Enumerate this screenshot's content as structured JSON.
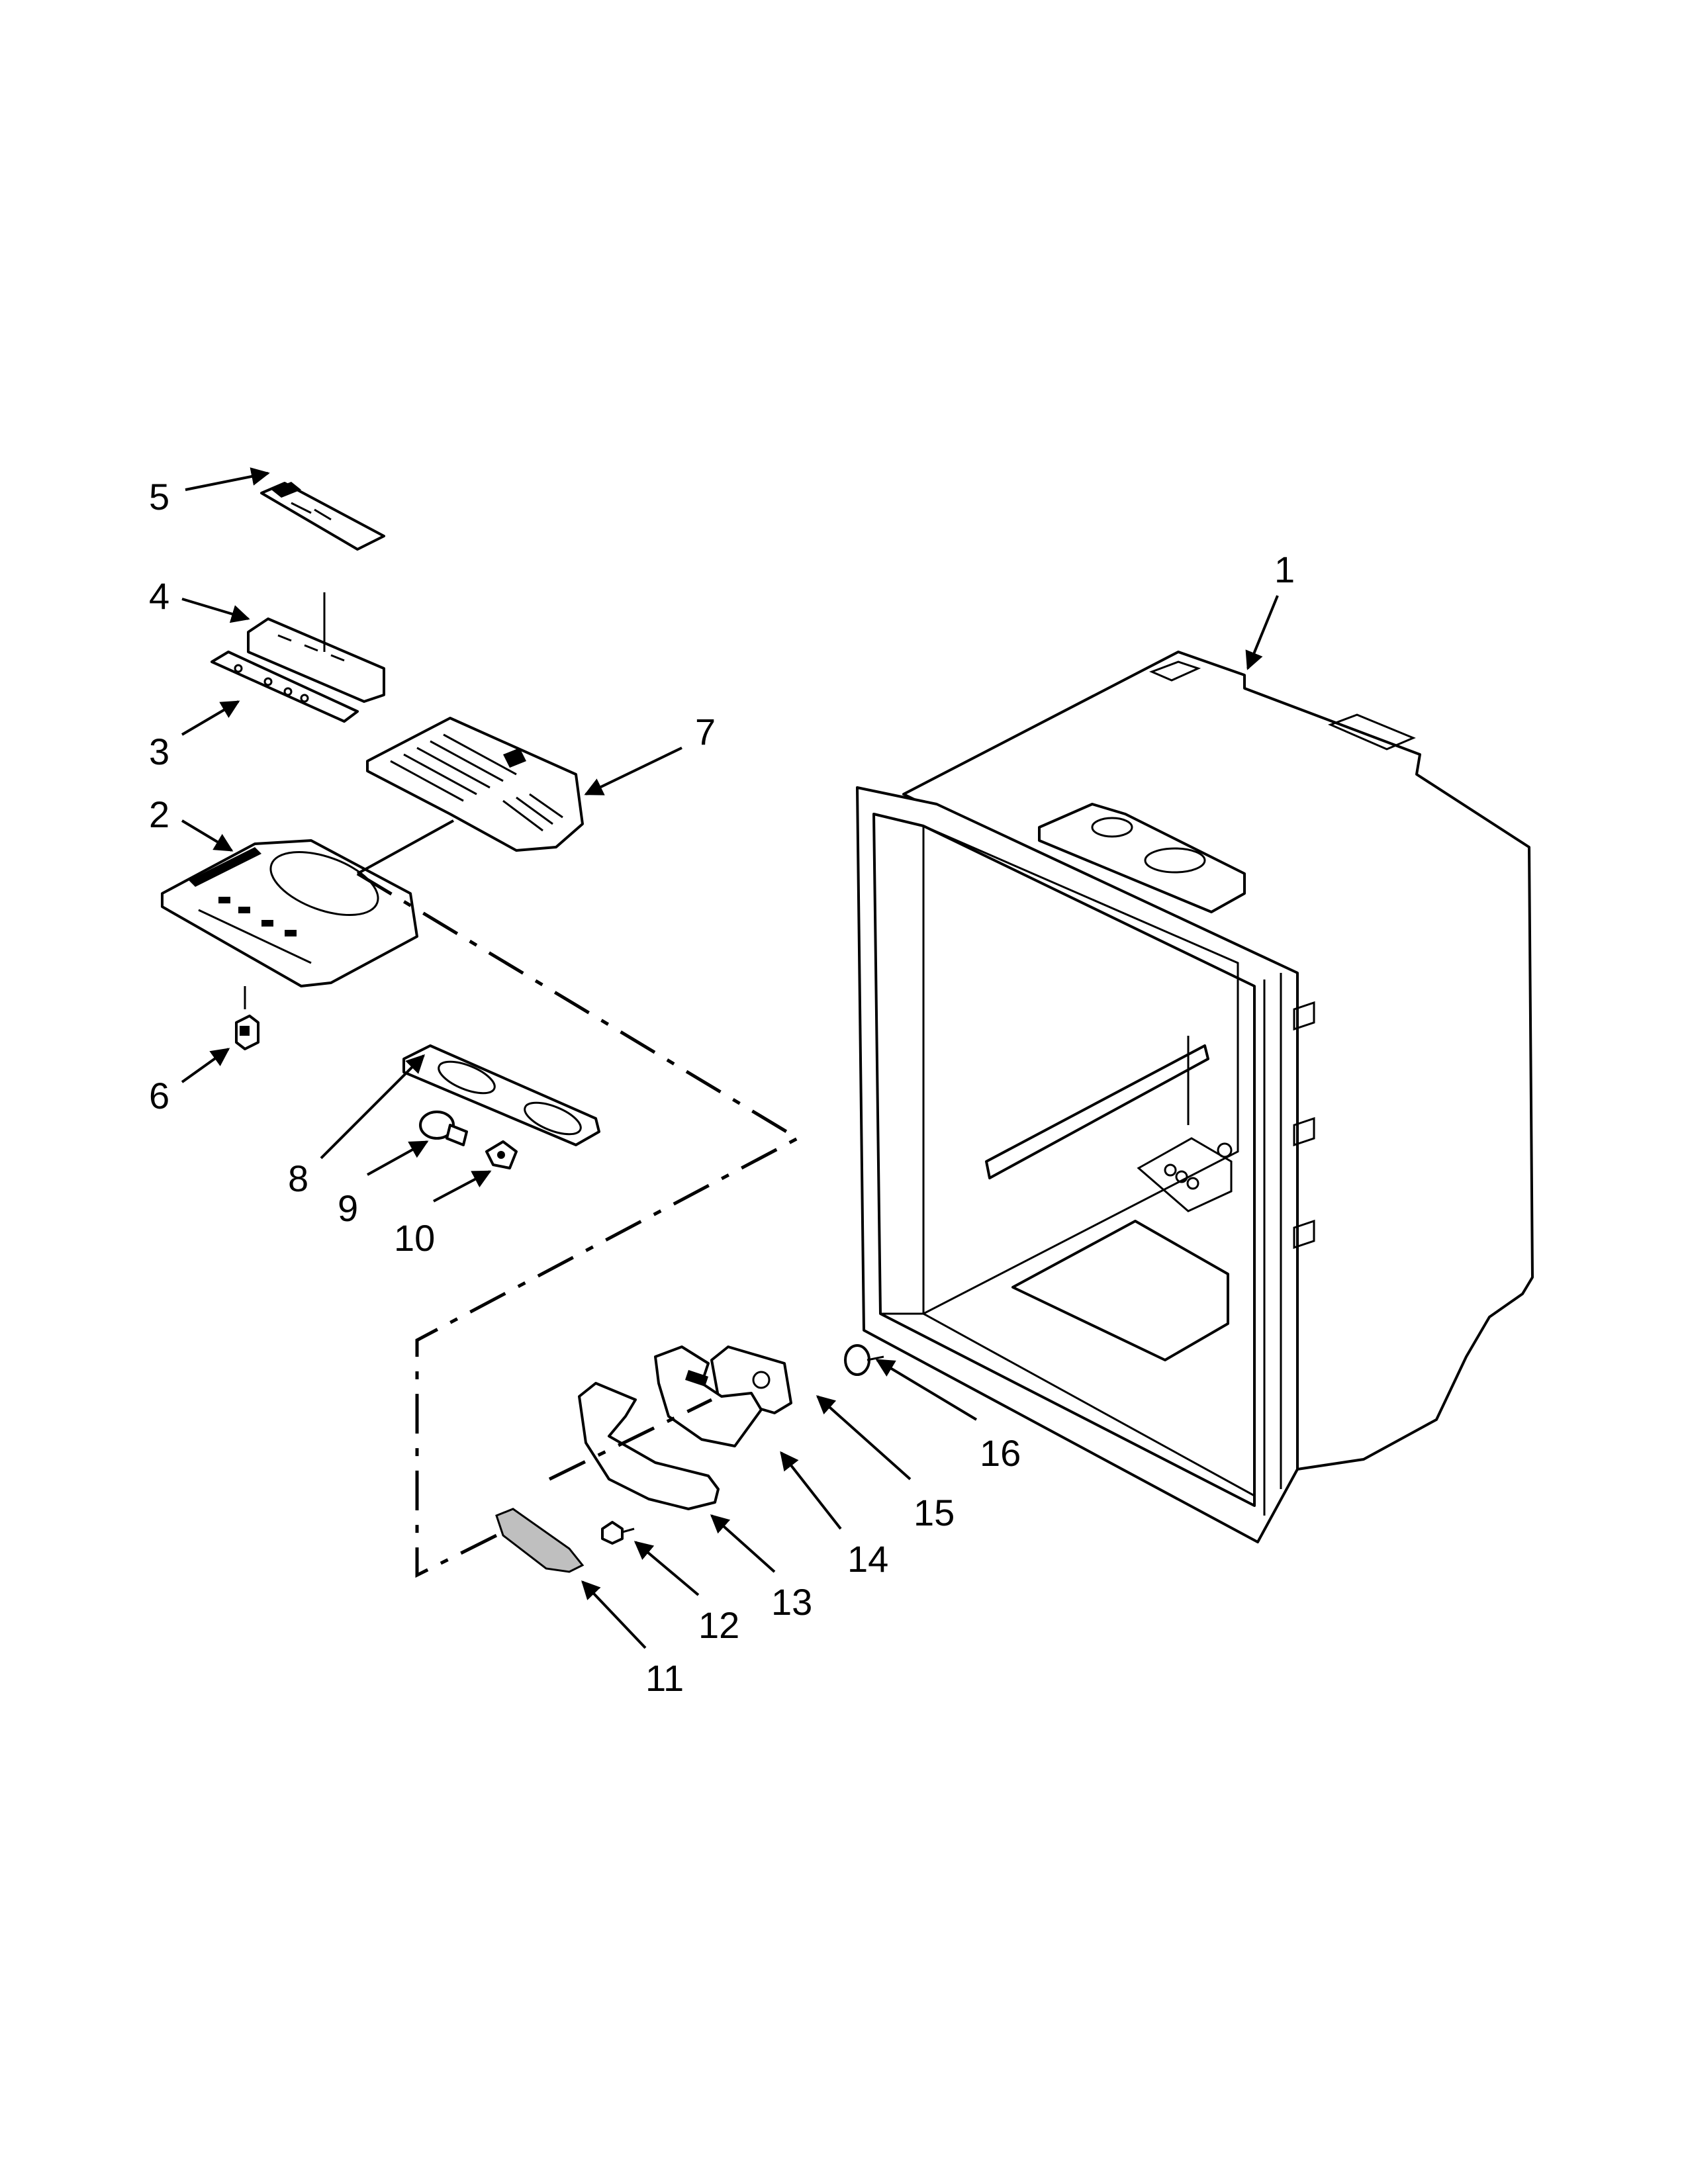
{
  "diagram": {
    "callouts": [
      {
        "id": "c1",
        "label": "1"
      },
      {
        "id": "c2",
        "label": "2"
      },
      {
        "id": "c3",
        "label": "3"
      },
      {
        "id": "c4",
        "label": "4"
      },
      {
        "id": "c5",
        "label": "5"
      },
      {
        "id": "c6",
        "label": "6"
      },
      {
        "id": "c7",
        "label": "7"
      },
      {
        "id": "c8",
        "label": "8"
      },
      {
        "id": "c9",
        "label": "9"
      },
      {
        "id": "c10",
        "label": "10"
      },
      {
        "id": "c11",
        "label": "11"
      },
      {
        "id": "c12",
        "label": "12"
      },
      {
        "id": "c13",
        "label": "13"
      },
      {
        "id": "c14",
        "label": "14"
      },
      {
        "id": "c15",
        "label": "15"
      },
      {
        "id": "c16",
        "label": "16"
      }
    ],
    "colors": {
      "line": "#000000",
      "background": "#ffffff",
      "shade": "#bfbfbf"
    }
  }
}
